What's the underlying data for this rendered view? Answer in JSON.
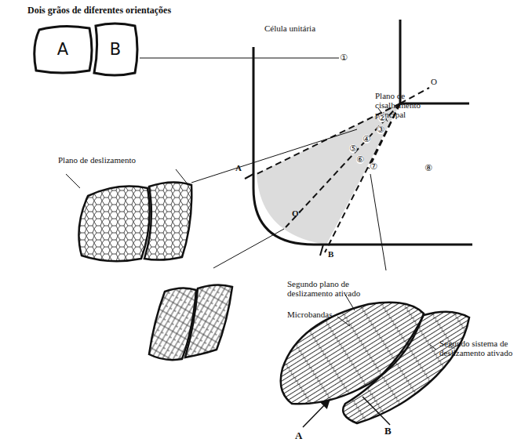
{
  "diagram": {
    "title": "Dois grãos de diferentes orientações",
    "nodes": [
      {
        "text": [
          "A"
        ]
      },
      {
        "text": [
          "B"
        ]
      }
    ],
    "labels": [
      "Célula unitária",
      "①",
      "O",
      "Plano de cisalhamento principal",
      "Plano de deslizamento",
      "A",
      "②",
      "③",
      "④",
      "⑤",
      "⑥",
      "⑦",
      "⑧",
      "O'",
      "B",
      "Segundo plano de deslizamento ativado",
      "Microbandas",
      "Segundo sistema de deslizamento ativado",
      "A",
      "B"
    ]
  }
}
